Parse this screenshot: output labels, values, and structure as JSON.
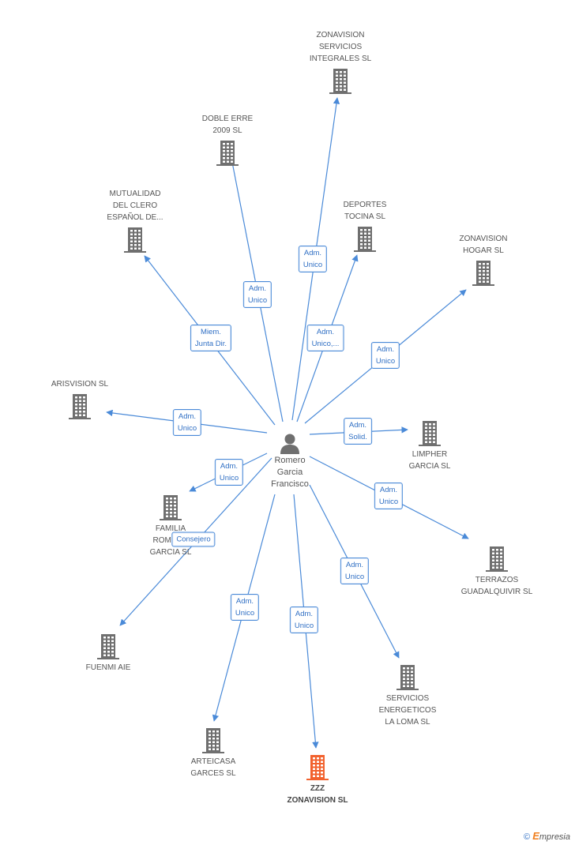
{
  "colors": {
    "edge": "#4a8ad8",
    "building": "#6f6f6f",
    "highlight": "#f2622e"
  },
  "center": {
    "name": "Romero\nGarcia\nFrancisco",
    "icon": "person-icon"
  },
  "companies": [
    {
      "id": "zonavision-servicios",
      "label": "ZONAVISION\nSERVICIOS\nINTEGRALES SL",
      "icon": "building-icon"
    },
    {
      "id": "doble-erre",
      "label": "DOBLE ERRE\n2009 SL",
      "icon": "building-icon"
    },
    {
      "id": "mutualidad",
      "label": "MUTUALIDAD\nDEL CLERO\nESPAÑOL DE...",
      "icon": "building-icon"
    },
    {
      "id": "deportes-tocina",
      "label": "DEPORTES\nTOCINA SL",
      "icon": "building-icon"
    },
    {
      "id": "zonavision-hogar",
      "label": "ZONAVISION\nHOGAR SL",
      "icon": "building-icon"
    },
    {
      "id": "arisvision",
      "label": "ARISVISION SL",
      "icon": "building-icon"
    },
    {
      "id": "limpher",
      "label": "LIMPHER\nGARCIA SL",
      "icon": "building-icon"
    },
    {
      "id": "familia-romero",
      "label": "FAMILIA\nROMERO\nGARCIA SL",
      "icon": "building-icon"
    },
    {
      "id": "terrazos",
      "label": "TERRAZOS\nGUADALQUIVIR SL",
      "icon": "building-icon"
    },
    {
      "id": "fuenmi",
      "label": "FUENMI AIE",
      "icon": "building-icon"
    },
    {
      "id": "servicios-energeticos",
      "label": "SERVICIOS\nENERGETICOS\nLA LOMA SL",
      "icon": "building-icon"
    },
    {
      "id": "arteicasa",
      "label": "ARTEICASA\nGARCES SL",
      "icon": "building-icon"
    },
    {
      "id": "zzz-zonavision",
      "label": "ZZZ\nZONAVISION SL",
      "icon": "building-icon",
      "highlight": true
    }
  ],
  "relations": [
    {
      "target": "zonavision-servicios",
      "label": "Adm.\nUnico"
    },
    {
      "target": "doble-erre",
      "label": "Adm.\nUnico"
    },
    {
      "target": "mutualidad",
      "label": "Miem.\nJunta Dir."
    },
    {
      "target": "deportes-tocina",
      "label": "Adm.\nUnico,..."
    },
    {
      "target": "zonavision-hogar",
      "label": "Adm.\nUnico"
    },
    {
      "target": "arisvision",
      "label": "Adm.\nUnico"
    },
    {
      "target": "limpher",
      "label": "Adm.\nSolid."
    },
    {
      "target": "familia-romero",
      "label": "Adm.\nUnico"
    },
    {
      "target": "terrazos",
      "label": "Adm.\nUnico"
    },
    {
      "target": "fuenmi",
      "label": "Consejero"
    },
    {
      "target": "servicios-energeticos",
      "label": "Adm.\nUnico"
    },
    {
      "target": "arteicasa",
      "label": "Adm.\nUnico"
    },
    {
      "target": "zzz-zonavision",
      "label": "Adm.\nUnico"
    }
  ],
  "footer": {
    "copyright": "©",
    "brand_initial": "E",
    "brand_rest": "mpresia"
  }
}
